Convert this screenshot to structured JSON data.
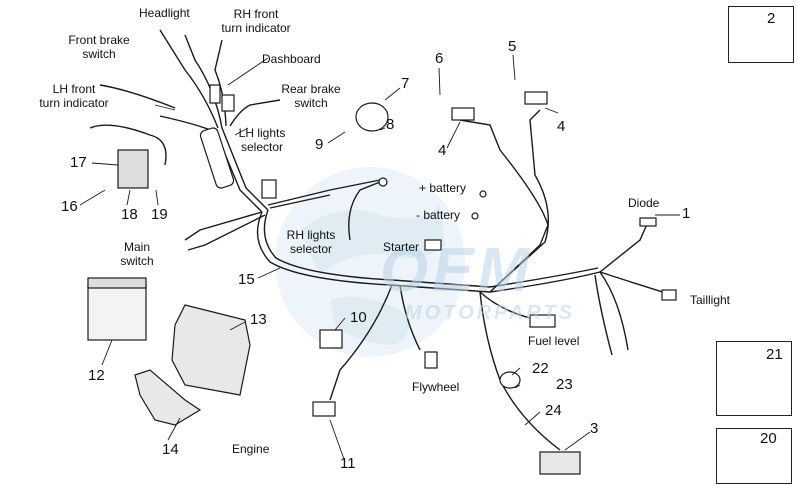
{
  "watermark": {
    "brand": "OEM",
    "sub": "MOTORPARTS"
  },
  "labels": {
    "headlight": "Headlight",
    "rh_front_turn_1": "RH front",
    "rh_front_turn_2": "turn indicator",
    "front_brake_1": "Front brake",
    "front_brake_2": "switch",
    "dashboard": "Dashboard",
    "rear_brake_1": "Rear brake",
    "rear_brake_2": "switch",
    "lh_front_turn_1": "LH front",
    "lh_front_turn_2": "turn indicator",
    "lh_lights_1": "LH lights",
    "lh_lights_2": "selector",
    "plus_battery": "+ battery",
    "minus_battery": "- battery",
    "diode": "Diode",
    "rh_lights_1": "RH lights",
    "rh_lights_2": "selector",
    "main_switch_1": "Main",
    "main_switch_2": "switch",
    "starter": "Starter",
    "taillight": "Taillight",
    "fuel_level": "Fuel level",
    "flywheel": "Flywheel",
    "engine": "Engine"
  },
  "numbers": {
    "n1": "1",
    "n2": "2",
    "n3": "3",
    "n4a": "4",
    "n4b": "4",
    "n5": "5",
    "n6": "6",
    "n7": "7",
    "n8": "8",
    "n9": "9",
    "n10": "10",
    "n11": "11",
    "n12": "12",
    "n13": "13",
    "n14": "14",
    "n15": "15",
    "n16": "16",
    "n17": "17",
    "n18": "18",
    "n19": "19",
    "n20": "20",
    "n21": "21",
    "n22": "22",
    "n23": "23",
    "n24": "24"
  }
}
